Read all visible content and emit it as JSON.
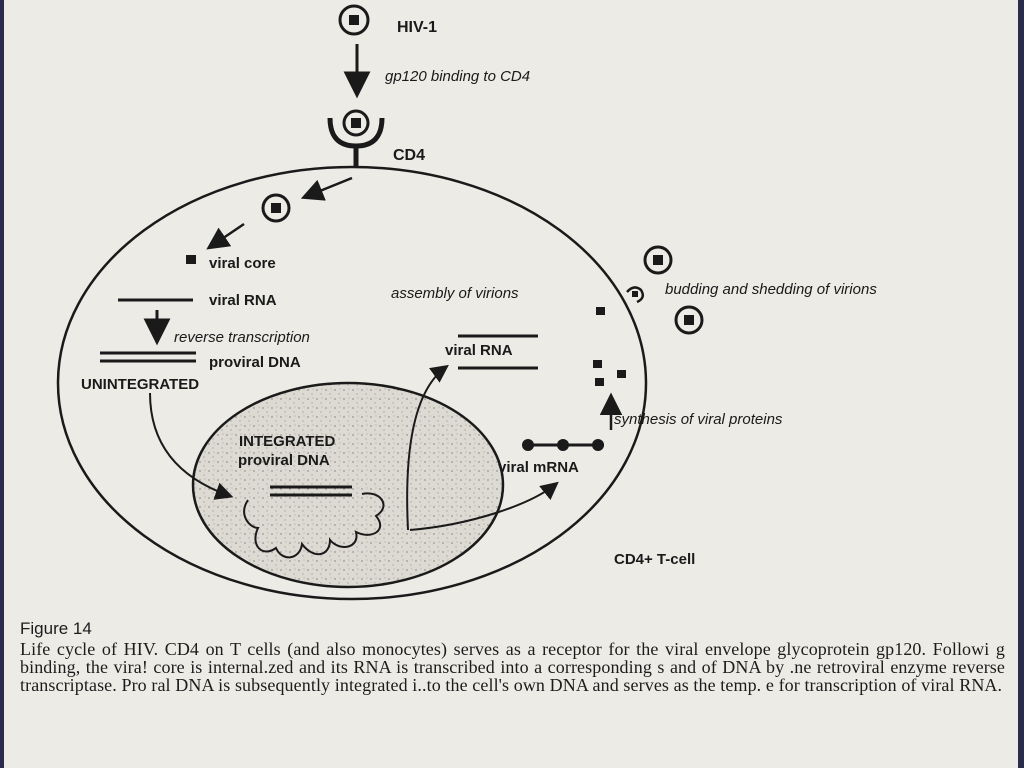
{
  "labels": {
    "hiv1": "HIV-1",
    "gp120_binding": "gp120 binding to CD4",
    "cd4": "CD4",
    "viral_core": "viral core",
    "viral_rna_left": "viral RNA",
    "reverse_transcription": "reverse transcription",
    "proviral_dna": "proviral DNA",
    "unintegrated": "UNINTEGRATED",
    "integrated_line1": "INTEGRATED",
    "integrated_line2": "proviral DNA",
    "assembly": "assembly of virions",
    "viral_rna_right": "viral RNA",
    "budding": "budding and shedding of virions",
    "synthesis": "synthesis of viral proteins",
    "viral_mrna": "viral mRNA",
    "cell_type": "CD4+ T-cell"
  },
  "caption": {
    "title": "Figure 14",
    "body": "Life cycle of HIV. CD4 on T cells (and also monocytes) serves as a receptor for the viral envelope glycoprotein gp120. Followi g binding, the vira! core is internal.zed and its RNA is transcribed into a corresponding s and of DNA by .ne retroviral enzyme reverse transcriptase. Pro ral DNA is subsequently integrated i..to the cell's own DNA and serves as the temp. e for transcription of viral RNA."
  },
  "colors": {
    "background": "#ecebe6",
    "ink": "#1a1a1a",
    "nucleus_fill": "#dcdad3",
    "frame": "#2a2a4a"
  }
}
